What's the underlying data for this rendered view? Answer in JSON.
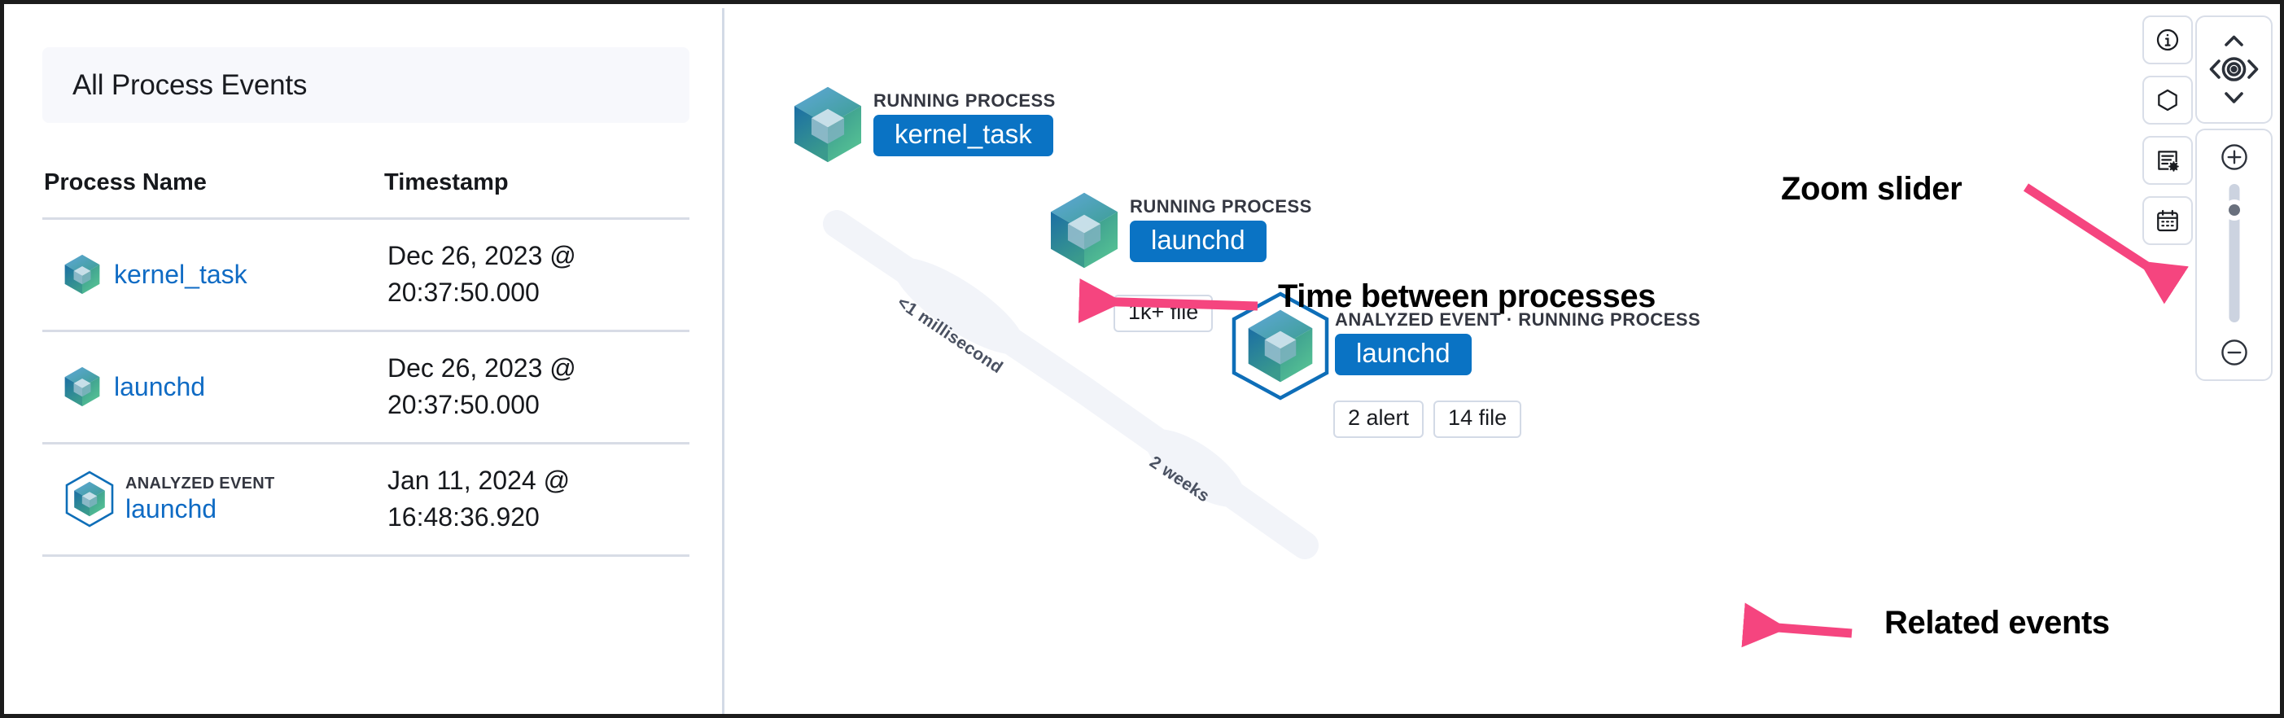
{
  "left_panel": {
    "card_title": "All Process Events",
    "table": {
      "columns": [
        "Process Name",
        "Timestamp"
      ],
      "rows": [
        {
          "icon": "cube-icon",
          "badge": "",
          "process_name": "kernel_task",
          "timestamp_line1": "Dec 26, 2023 @",
          "timestamp_line2": "20:37:50.000"
        },
        {
          "icon": "cube-icon",
          "badge": "",
          "process_name": "launchd",
          "timestamp_line1": "Dec 26, 2023 @",
          "timestamp_line2": "20:37:50.000"
        },
        {
          "icon": "cube-hexagon-icon",
          "badge": "ANALYZED EVENT",
          "process_name": "launchd",
          "timestamp_line1": "Jan 11, 2024 @",
          "timestamp_line2": "16:48:36.920"
        }
      ]
    }
  },
  "graph": {
    "nodes": [
      {
        "kind": "RUNNING PROCESS",
        "name": "kernel_task",
        "badges": [],
        "analyzed": false
      },
      {
        "kind": "RUNNING PROCESS",
        "name": "launchd",
        "badges": [
          "1k+ file"
        ],
        "analyzed": false
      },
      {
        "kind": "ANALYZED EVENT · RUNNING PROCESS",
        "name": "launchd",
        "badges": [
          "2 alert",
          "14 file"
        ],
        "analyzed": true
      }
    ],
    "edges": [
      {
        "label": "<1 millisecond"
      },
      {
        "label": "2 weeks"
      }
    ]
  },
  "annotations": [
    {
      "text": "Zoom slider"
    },
    {
      "text": "Time between processes"
    },
    {
      "text": "Related events"
    }
  ],
  "toolbar": {
    "buttons": [
      {
        "icon": "info-circle-icon",
        "label": "Information"
      },
      {
        "icon": "hexagon-icon",
        "label": "Node shape"
      },
      {
        "icon": "list-settings-icon",
        "label": "Field settings"
      },
      {
        "icon": "calendar-icon",
        "label": "Date picker"
      }
    ],
    "pan": {
      "up_icon": "chevron-up-icon",
      "left_icon": "chevron-left-icon",
      "center_icon": "target-center-icon",
      "right_icon": "chevron-right-icon",
      "down_icon": "chevron-down-icon"
    },
    "zoom": {
      "in_icon": "plus-circle-icon",
      "out_icon": "minus-circle-icon",
      "slider_icon": "zoom-slider-thumb"
    }
  },
  "colors": {
    "accent_blue": "#0a73c4",
    "annotation_pink": "#f5457f",
    "border_gray": "#d3dae6",
    "edge_gray": "#f2f4f9",
    "analyzed_outline": "#0e6eb8"
  }
}
